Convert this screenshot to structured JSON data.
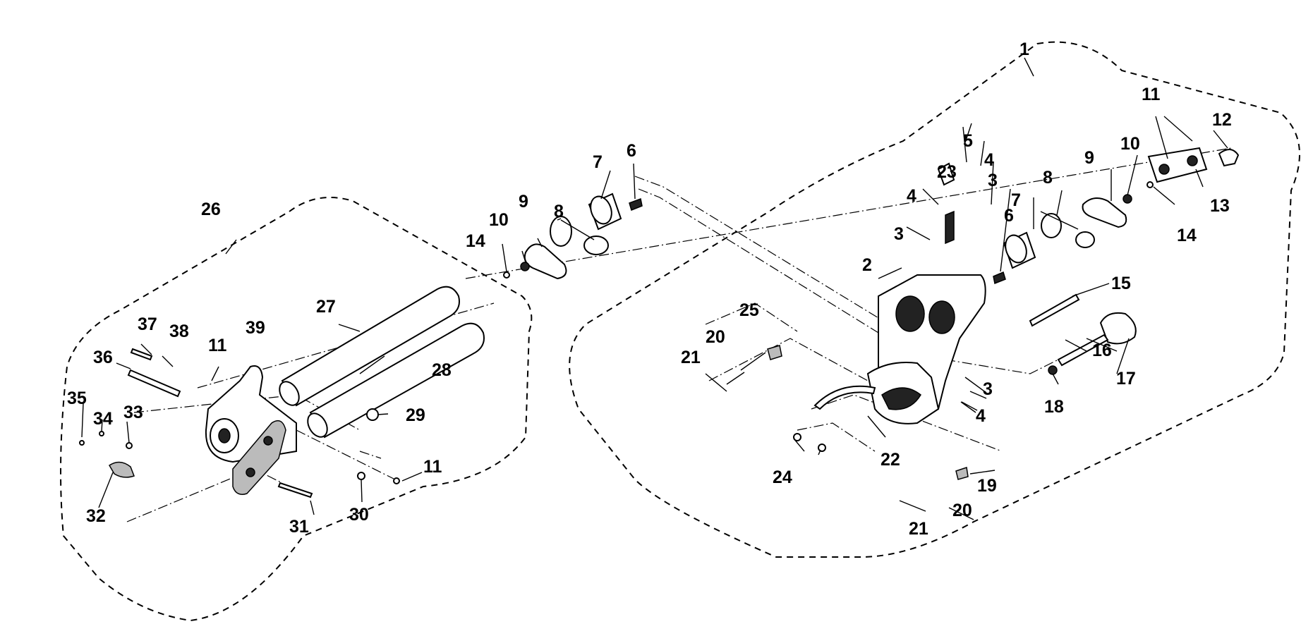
{
  "callouts": [
    {
      "id": "c1",
      "text": "1"
    },
    {
      "id": "c2",
      "text": "2"
    },
    {
      "id": "c3a",
      "text": "3"
    },
    {
      "id": "c3b",
      "text": "3"
    },
    {
      "id": "c3c",
      "text": "3"
    },
    {
      "id": "c4a",
      "text": "4"
    },
    {
      "id": "c4b",
      "text": "4"
    },
    {
      "id": "c4c",
      "text": "4"
    },
    {
      "id": "c5",
      "text": "5"
    },
    {
      "id": "c6a",
      "text": "6"
    },
    {
      "id": "c6b",
      "text": "6"
    },
    {
      "id": "c7a",
      "text": "7"
    },
    {
      "id": "c7b",
      "text": "7"
    },
    {
      "id": "c8a",
      "text": "8"
    },
    {
      "id": "c8b",
      "text": "8"
    },
    {
      "id": "c9a",
      "text": "9"
    },
    {
      "id": "c9b",
      "text": "9"
    },
    {
      "id": "c10a",
      "text": "10"
    },
    {
      "id": "c10b",
      "text": "10"
    },
    {
      "id": "c11a",
      "text": "11"
    },
    {
      "id": "c11b",
      "text": "11"
    },
    {
      "id": "c11c",
      "text": "11"
    },
    {
      "id": "c12",
      "text": "12"
    },
    {
      "id": "c13",
      "text": "13"
    },
    {
      "id": "c14a",
      "text": "14"
    },
    {
      "id": "c14b",
      "text": "14"
    },
    {
      "id": "c15",
      "text": "15"
    },
    {
      "id": "c16",
      "text": "16"
    },
    {
      "id": "c17",
      "text": "17"
    },
    {
      "id": "c18",
      "text": "18"
    },
    {
      "id": "c19",
      "text": "19"
    },
    {
      "id": "c20a",
      "text": "20"
    },
    {
      "id": "c20b",
      "text": "20"
    },
    {
      "id": "c21a",
      "text": "21"
    },
    {
      "id": "c21b",
      "text": "21"
    },
    {
      "id": "c22",
      "text": "22"
    },
    {
      "id": "c23",
      "text": "23"
    },
    {
      "id": "c24",
      "text": "24"
    },
    {
      "id": "c25",
      "text": "25"
    },
    {
      "id": "c26",
      "text": "26"
    },
    {
      "id": "c27",
      "text": "27"
    },
    {
      "id": "c28",
      "text": "28"
    },
    {
      "id": "c29",
      "text": "29"
    },
    {
      "id": "c30",
      "text": "30"
    },
    {
      "id": "c31",
      "text": "31"
    },
    {
      "id": "c32",
      "text": "32"
    },
    {
      "id": "c33",
      "text": "33"
    },
    {
      "id": "c34",
      "text": "34"
    },
    {
      "id": "c35",
      "text": "35"
    },
    {
      "id": "c36",
      "text": "36"
    },
    {
      "id": "c37",
      "text": "37"
    },
    {
      "id": "c38",
      "text": "38"
    },
    {
      "id": "c39",
      "text": "39"
    }
  ]
}
